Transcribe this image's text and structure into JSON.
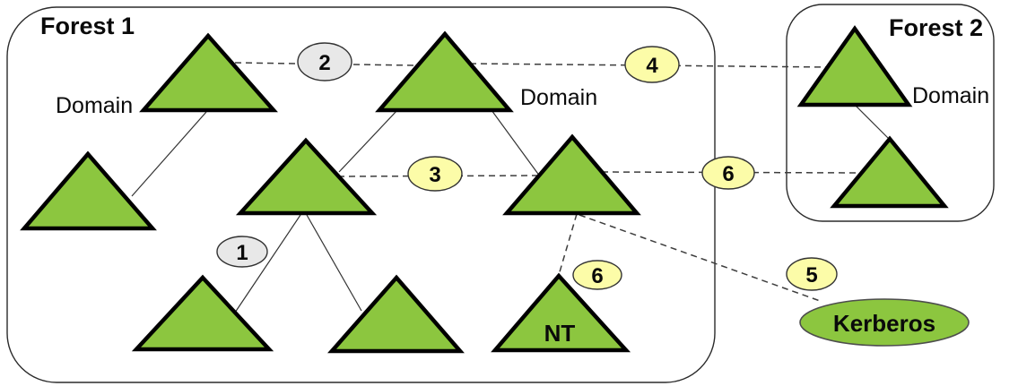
{
  "forest1": {
    "label": "Forest 1",
    "domain_label_left": "Domain",
    "domain_label_right": "Domain",
    "nt_label": "NT"
  },
  "forest2": {
    "label": "Forest 2",
    "domain_label": "Domain"
  },
  "kerberos": {
    "label": "Kerberos"
  },
  "badges": [
    {
      "number": "1",
      "variant": "gray"
    },
    {
      "number": "2",
      "variant": "gray"
    },
    {
      "number": "3",
      "variant": "yellow"
    },
    {
      "number": "4",
      "variant": "yellow"
    },
    {
      "number": "5",
      "variant": "yellow"
    },
    {
      "number": "6",
      "variant": "yellow"
    },
    {
      "number": "6",
      "variant": "yellow"
    }
  ],
  "colors": {
    "domain_fill": "#8CC63F",
    "kerberos_fill": "#8CC63F",
    "yellow_badge": "#FCFCA8",
    "gray_badge": "#E8E8E8"
  }
}
